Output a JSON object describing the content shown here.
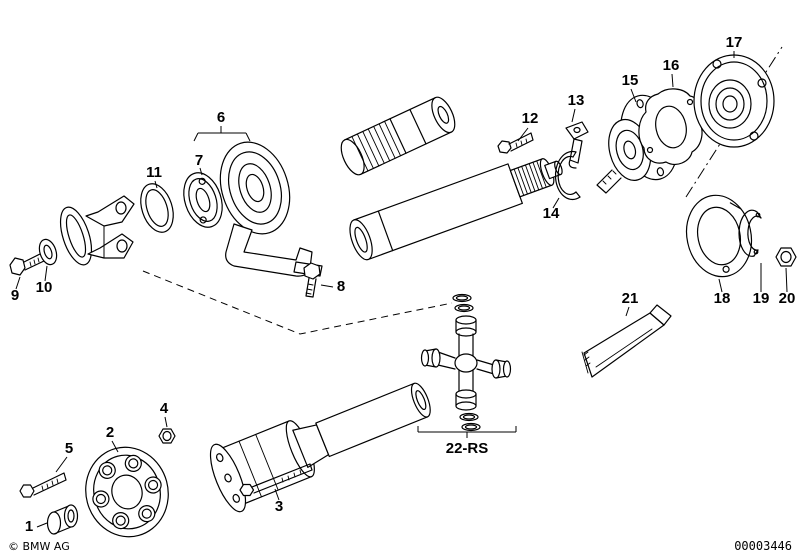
{
  "diagram": {
    "callouts": {
      "c1": "1",
      "c2": "2",
      "c3": "3",
      "c4": "4",
      "c5": "5",
      "c6": "6",
      "c7": "7",
      "c8": "8",
      "c9": "9",
      "c10": "10",
      "c11": "11",
      "c12": "12",
      "c13": "13",
      "c14": "14",
      "c15": "15",
      "c16": "16",
      "c17": "17",
      "c18": "18",
      "c19": "19",
      "c20": "20",
      "c21": "21",
      "c22rs": "22-RS"
    },
    "footer": {
      "copyright": "© BMW AG",
      "document_number": "00003446"
    },
    "colors": {
      "line": "#000000",
      "background": "#ffffff"
    }
  }
}
